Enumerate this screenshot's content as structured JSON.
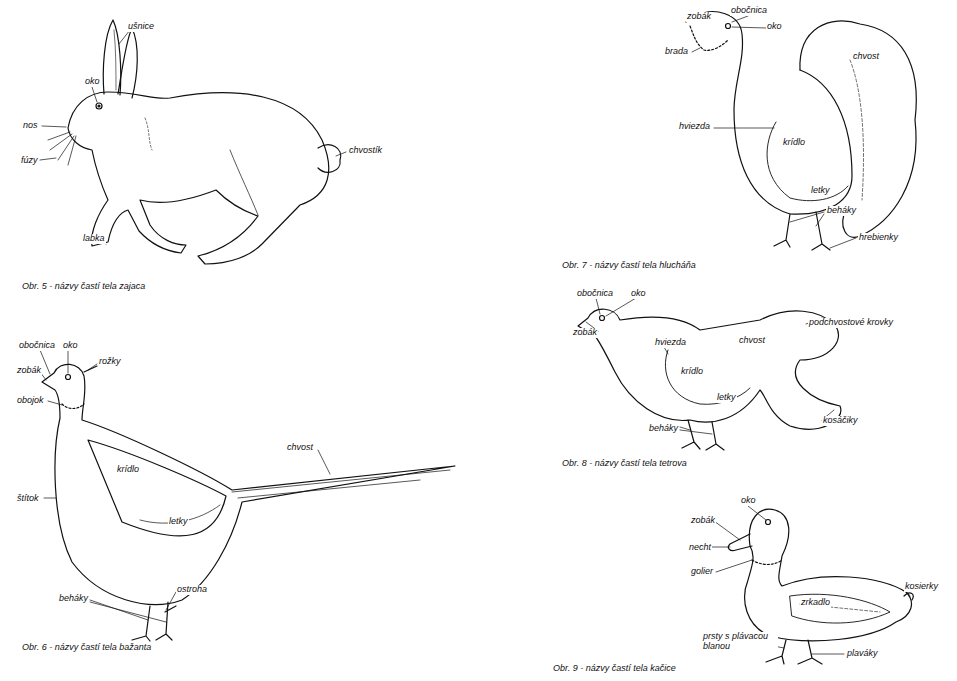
{
  "diagram": {
    "labels": [
      "ušnice",
      "oko",
      "nos",
      "fúzy",
      "chvostík",
      "labka",
      "Obr. 5 - názvy častí tela zajaca",
      "obočnica",
      "oko",
      "rožky",
      "zobák",
      "obojok",
      "chvost",
      "krídlo",
      "štítok",
      "letky",
      "beháky",
      "ostroha",
      "Obr. 6 - názvy častí tela bažanta",
      "zobák",
      "obočnica",
      "oko",
      "brada",
      "chvost",
      "hviezda",
      "krídlo",
      "letky",
      "beháky",
      "hrebienky",
      "Obr. 7 - názvy častí tela hlucháňa",
      "obočnica",
      "oko",
      "podchvostové krovky",
      "zobák",
      "hviezda",
      "chvost",
      "krídlo",
      "letky",
      "beháky",
      "kosáčiky",
      "Obr. 8 - názvy častí tela tetrova",
      "oko",
      "zobák",
      "necht",
      "golier",
      "kosierky",
      "zrkadlo",
      "prsty s plávacou blanou",
      "plaváky",
      "Obr. 9 - názvy častí tela kačice"
    ]
  }
}
